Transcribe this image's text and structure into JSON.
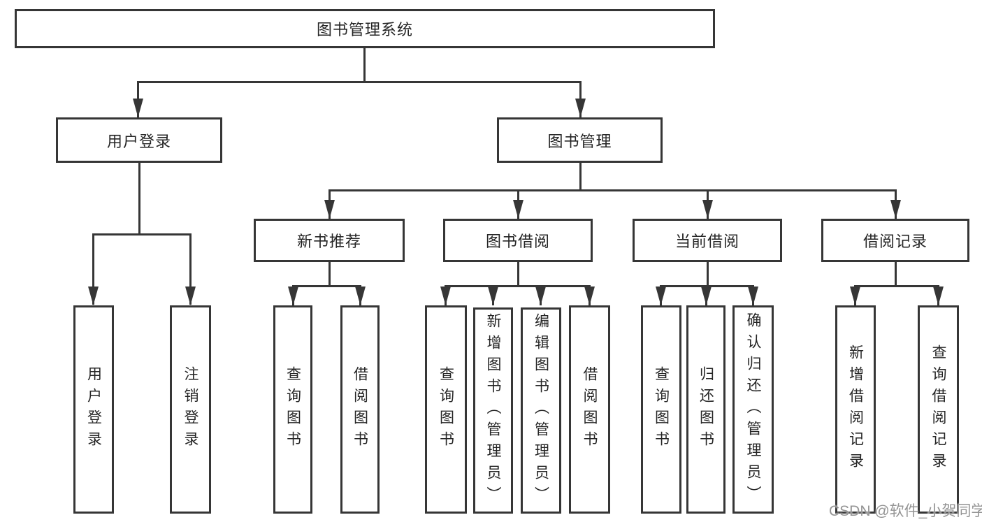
{
  "tree": {
    "label": "图书管理系统",
    "children": [
      {
        "label": "用户登录",
        "children": [
          {
            "label": "用户登录"
          },
          {
            "label": "注销登录"
          }
        ]
      },
      {
        "label": "图书管理",
        "children": [
          {
            "label": "新书推荐",
            "children": [
              {
                "label": "查询图书"
              },
              {
                "label": "借阅图书"
              }
            ]
          },
          {
            "label": "图书借阅",
            "children": [
              {
                "label": "查询图书"
              },
              {
                "label": "新增图书（管理员）"
              },
              {
                "label": "编辑图书（管理员）"
              },
              {
                "label": "借阅图书"
              }
            ]
          },
          {
            "label": "当前借阅",
            "children": [
              {
                "label": "查询图书"
              },
              {
                "label": "归还图书"
              },
              {
                "label": "确认归还（管理员）"
              }
            ]
          },
          {
            "label": "借阅记录",
            "children": [
              {
                "label": "新增借阅记录"
              },
              {
                "label": "查询借阅记录"
              }
            ]
          }
        ]
      }
    ]
  },
  "watermark": {
    "text": "CSDN @软件_小贺同学"
  },
  "colors": {
    "line": "#363636",
    "box_border": "#363636",
    "text": "#252525",
    "watermark": "#949494",
    "background": "#ffffff"
  }
}
